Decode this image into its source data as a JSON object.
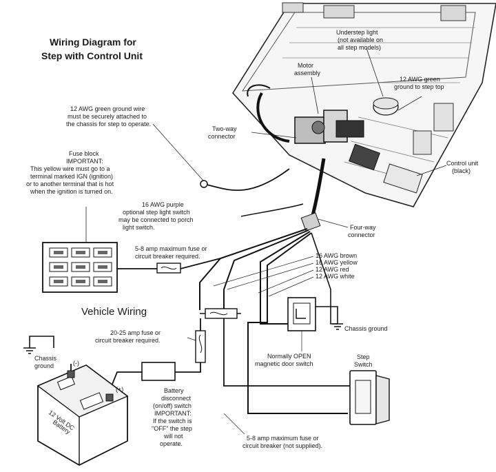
{
  "title": {
    "line1": "Wiring Diagram for",
    "line2": "Step with Control Unit"
  },
  "section_label": "Vehicle Wiring",
  "labels": {
    "understep_light": [
      "Understep light",
      "(not available on",
      "all step models)"
    ],
    "motor_assembly": [
      "Motor",
      "assembly"
    ],
    "ground_to_step_top": [
      "12 AWG green",
      "ground to step top"
    ],
    "green_ground_wire": [
      "12 AWG green ground wire",
      "must be securely attached to",
      "the chassis for step to operate."
    ],
    "two_way_connector": [
      "Two-way",
      "connector"
    ],
    "fuse_block": [
      "Fuse block",
      "IMPORTANT:",
      "This yellow wire must go to a",
      "terminal marked IGN (ignition)",
      "or to another terminal that is hot",
      "when the ignition is turned on."
    ],
    "control_unit": [
      "Control unit",
      "(black)"
    ],
    "purple_wire": [
      "16 AWG purple",
      "optional step light switch",
      "may be connected to porch",
      "light switch."
    ],
    "four_way_connector": [
      "Four-way",
      "connector"
    ],
    "fuse_5_8_top": [
      "5-8 amp maximum fuse or",
      "circuit breaker required."
    ],
    "wire_colors": [
      "16 AWG brown",
      "16 AWG yellow",
      "12 AWG red",
      "12 AWG white"
    ],
    "chassis_ground_right": "Chassis ground",
    "fuse_20_25": [
      "20-25 amp fuse or",
      "circuit breaker required."
    ],
    "chassis_ground_left": [
      "Chassis",
      "ground"
    ],
    "door_switch": [
      "Normally OPEN",
      "magnetic door switch"
    ],
    "step_switch": [
      "Step",
      "Switch"
    ],
    "battery_disconnect": [
      "Battery",
      "disconnect",
      "(on/off) switch",
      "IMPORTANT:",
      "If the switch is",
      "\"OFF\" the step",
      "will not",
      "operate."
    ],
    "battery": [
      "12 Volt DC",
      "Battery"
    ],
    "neg_terminal": "(-)",
    "pos_terminal": "(+)",
    "fuse_5_8_bottom": [
      "5-8 amp maximum fuse or",
      "circuit breaker (not supplied)."
    ]
  },
  "icons": [
    "fuse-block-icon",
    "battery-icon",
    "step-switch-icon",
    "door-switch-icon",
    "ground-symbol-icon",
    "step-assembly-icon"
  ]
}
